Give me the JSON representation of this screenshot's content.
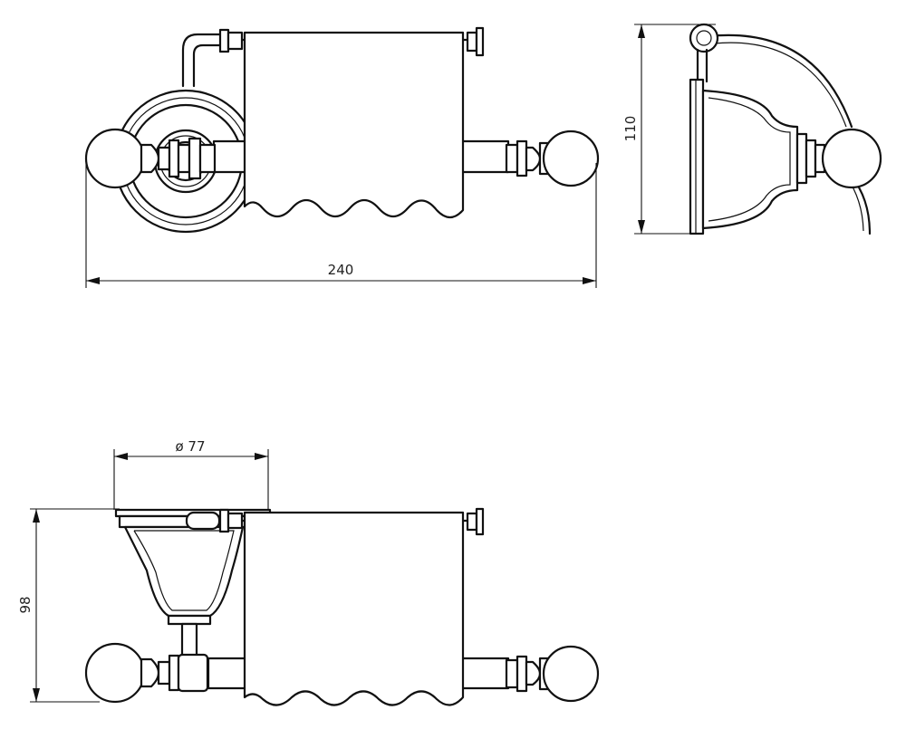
{
  "dimensions": {
    "width_label": "240",
    "height_label": "110",
    "depth_label": "98",
    "diameter_label": "ø 77"
  },
  "colors": {
    "line": "#111111",
    "background": "#ffffff"
  }
}
